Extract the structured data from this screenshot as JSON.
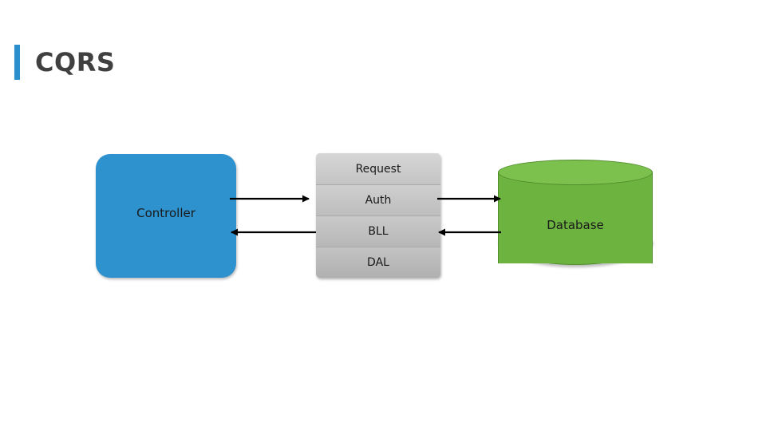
{
  "slide": {
    "title": "CQRS",
    "accent_color": "#2b8fcd",
    "background": "#ffffff"
  },
  "diagram": {
    "nodes": [
      {
        "id": "controller",
        "label": "Controller",
        "shape": "rounded-rectangle",
        "color": "#2e92ce"
      },
      {
        "id": "layers",
        "shape": "stacked-rectangle",
        "color": "#c2c2c2",
        "rows": [
          "Request",
          "Auth",
          "BLL",
          "DAL"
        ]
      },
      {
        "id": "database",
        "label": "Database",
        "shape": "cylinder",
        "color": "#6cb33f"
      }
    ],
    "arrows": [
      {
        "id": "controller-to-layers",
        "from": "controller",
        "to": "layers",
        "direction": "right"
      },
      {
        "id": "layers-to-database",
        "from": "layers",
        "to": "database",
        "direction": "right"
      },
      {
        "id": "database-to-layers",
        "from": "database",
        "to": "layers",
        "direction": "left"
      },
      {
        "id": "layers-to-controller",
        "from": "layers",
        "to": "controller",
        "direction": "left"
      }
    ]
  }
}
